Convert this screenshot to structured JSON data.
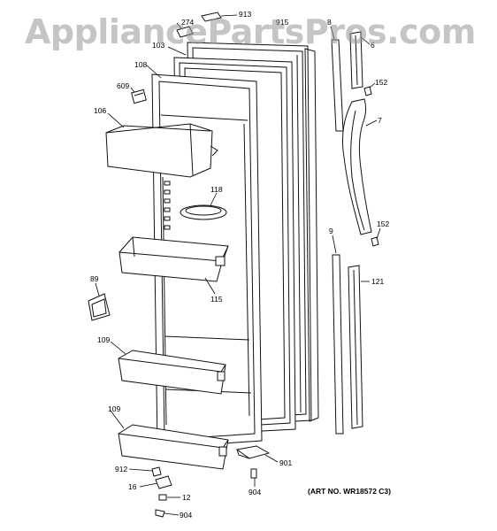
{
  "watermark": "AppliancePartsPros.com",
  "art_number": "(ART NO. WR18572 C3)",
  "labels": {
    "p913": "913",
    "p274": "274",
    "p915": "915",
    "p103": "103",
    "p108": "108",
    "p609": "609",
    "p106": "106",
    "p118": "118",
    "p89": "89",
    "p115": "115",
    "p109a": "109",
    "p109b": "109",
    "p912": "912",
    "p16": "16",
    "p12": "12",
    "p904a": "904",
    "p904b": "904",
    "p901": "901",
    "p8": "8",
    "p6": "6",
    "p152a": "152",
    "p7": "7",
    "p9": "9",
    "p152b": "152",
    "p121": "121"
  }
}
